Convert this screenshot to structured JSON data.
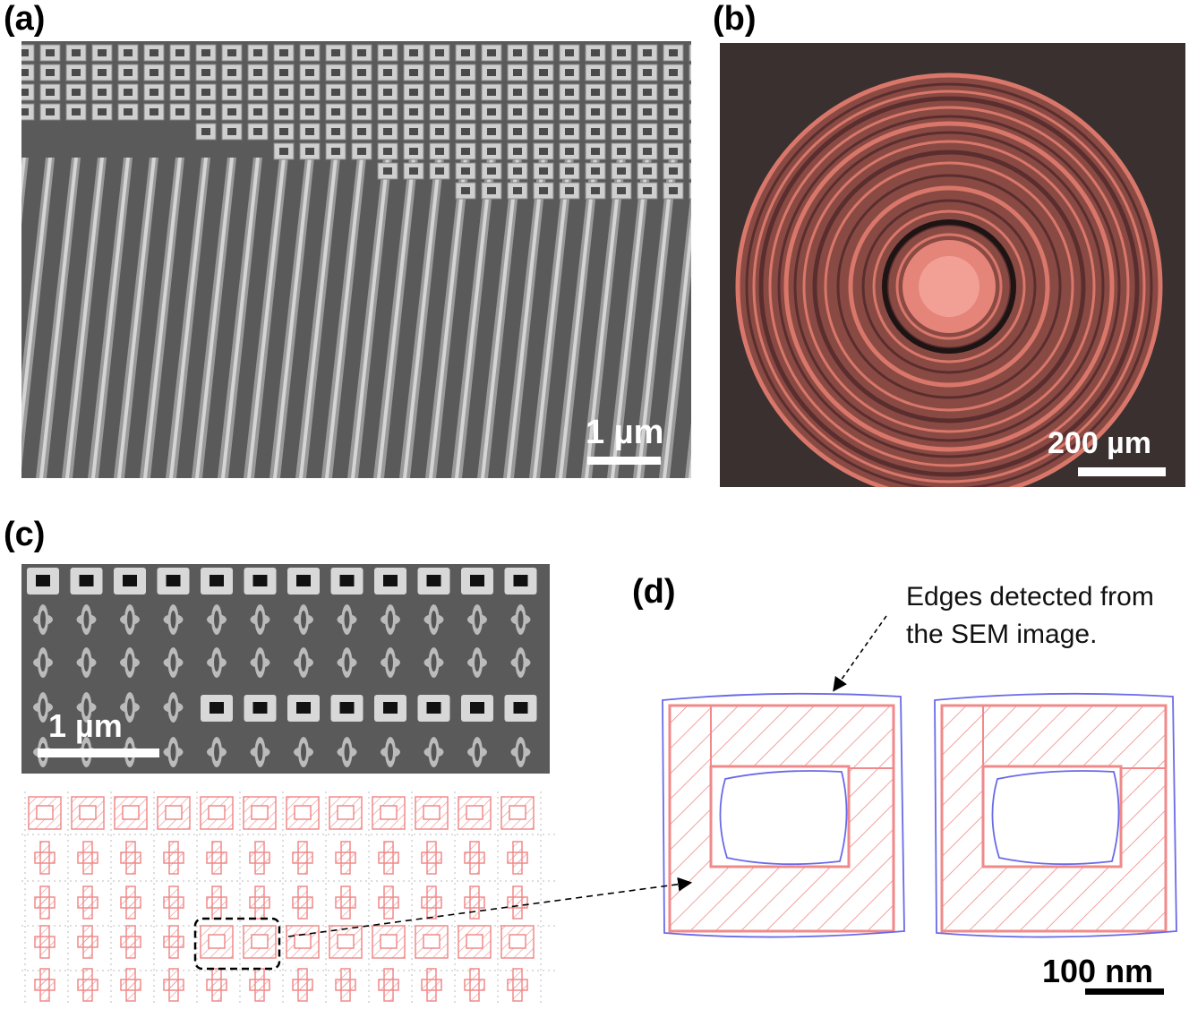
{
  "panels": {
    "a": {
      "label": "(a)",
      "scale": "1 µm"
    },
    "b": {
      "label": "(b)",
      "scale": "200 µm"
    },
    "c": {
      "label": "(c)",
      "scale": "1 µm"
    },
    "d": {
      "label": "(d)",
      "scale": "100 nm",
      "annotation_line1": "Edges detected from",
      "annotation_line2": "the SEM image."
    }
  },
  "colors": {
    "sem_background": "#5a5a5a",
    "sem_structure": "#cfcfcf",
    "optical_background": "#3b3030",
    "ring_color": "#d9776a",
    "layout_pattern": "#f08a8a",
    "detected_edge": "#6a6ae8"
  }
}
